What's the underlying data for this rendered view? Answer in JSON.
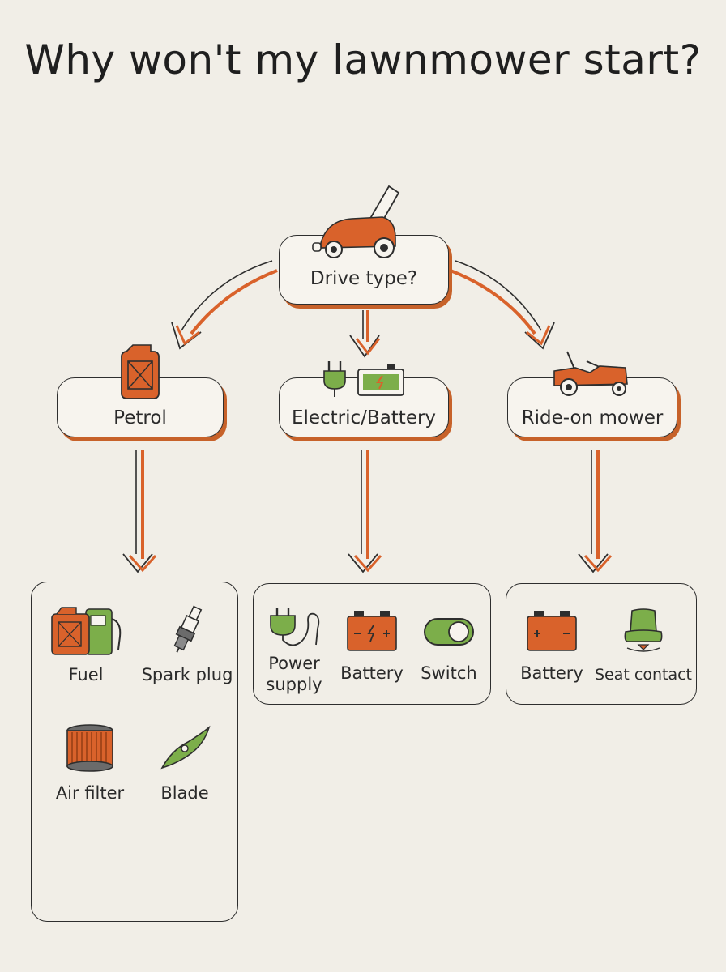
{
  "title": "Why won't my lawnmower start?",
  "root": {
    "label": "Drive type?",
    "icon": "push-lawnmower-icon"
  },
  "branches": [
    {
      "label": "Petrol",
      "icon": "fuel-canister-icon",
      "checks": [
        {
          "label": "Fuel",
          "icon": "fuel-pump-canister-icon"
        },
        {
          "label": "Spark plug",
          "icon": "spark-plug-icon"
        },
        {
          "label": "Air filter",
          "icon": "air-filter-icon"
        },
        {
          "label": "Blade",
          "icon": "blade-icon"
        }
      ]
    },
    {
      "label": "Electric/Battery",
      "icon": "plug-battery-icon",
      "checks": [
        {
          "label": "Power\nsupply",
          "icon": "power-plug-icon"
        },
        {
          "label": "Battery",
          "icon": "car-battery-icon"
        },
        {
          "label": "Switch",
          "icon": "toggle-switch-icon"
        }
      ]
    },
    {
      "label": "Ride-on mower",
      "icon": "ride-on-mower-icon",
      "checks": [
        {
          "label": "Battery",
          "icon": "car-battery-icon"
        },
        {
          "label": "Seat contact",
          "icon": "seat-icon"
        }
      ]
    }
  ],
  "colors": {
    "accent": "#d9622b",
    "green": "#7cae4a",
    "ink": "#2e2e2e",
    "background": "#f1eee7"
  }
}
